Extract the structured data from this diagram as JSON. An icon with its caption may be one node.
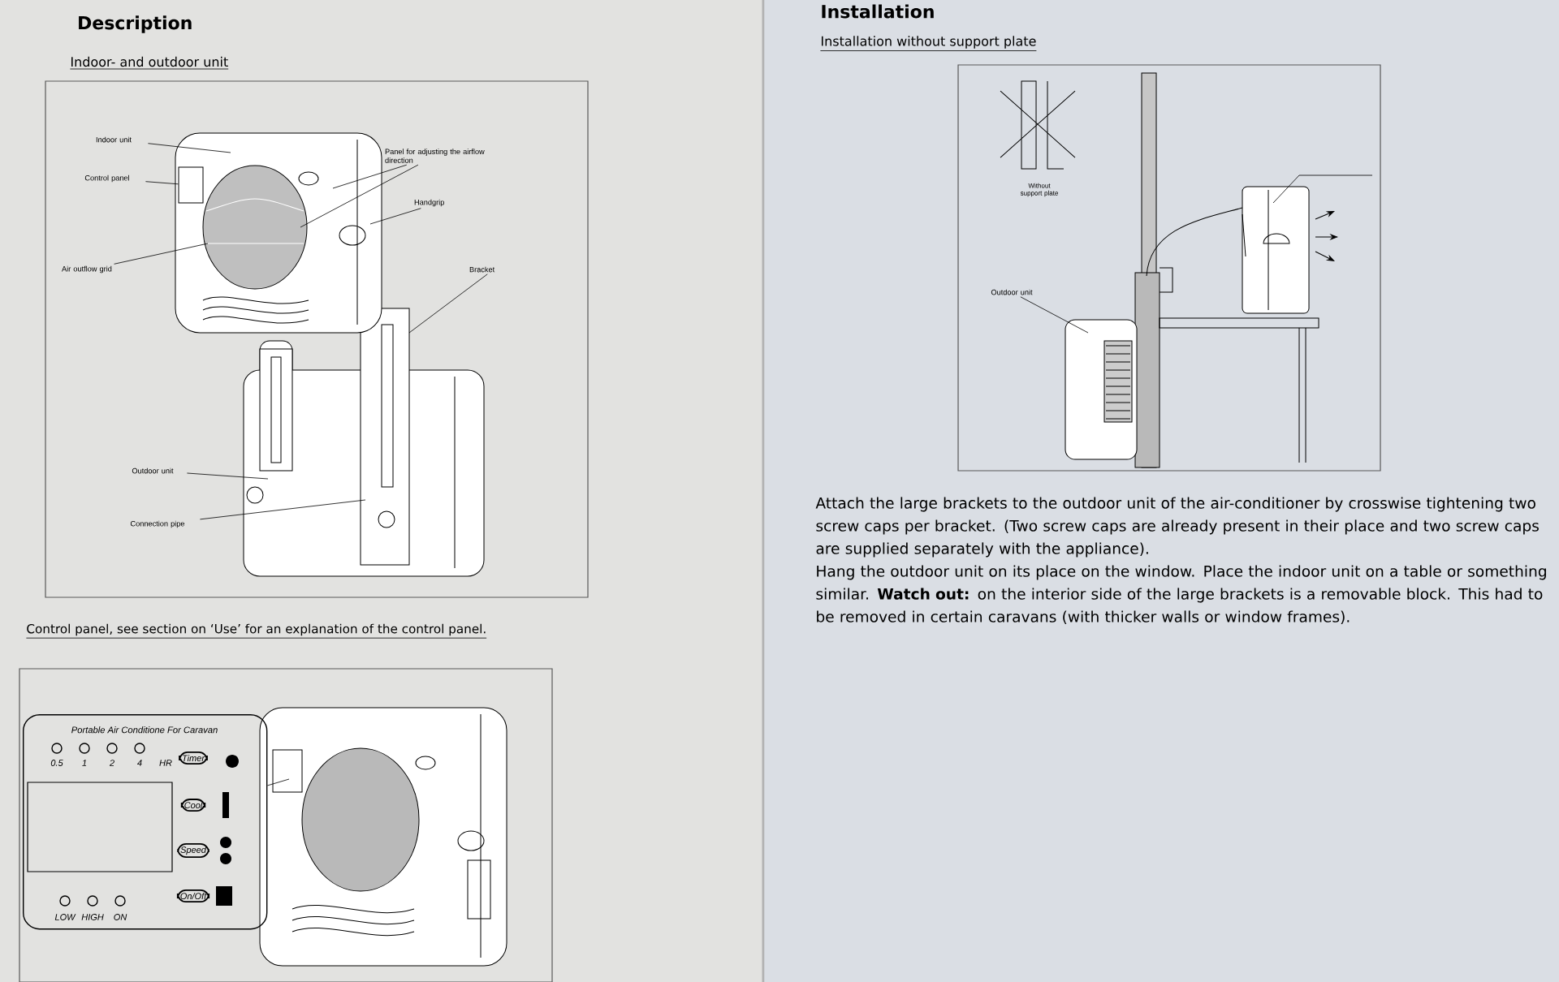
{
  "diagram": {
    "title": "Description",
    "nodes": [
      {
        "text": [
          "Indoor unit"
        ]
      },
      {
        "text": [
          "Control panel"
        ]
      },
      {
        "text": [
          "Air outflow grid"
        ]
      },
      {
        "text": [
          "Panel for adjusting the airflow direction"
        ]
      },
      {
        "text": [
          "Handgrip"
        ]
      },
      {
        "text": [
          "Bracket"
        ]
      },
      {
        "text": [
          "Outdoor unit"
        ]
      },
      {
        "text": [
          "Connection pipe"
        ]
      },
      {
        "text": [
          "Portable Air Conditione For Caravan"
        ]
      },
      {
        "text": [
          "Outdoor unit"
        ]
      },
      {
        "text": [],
        "shape": "box"
      }
    ],
    "edges": [
      {
        "from": 0,
        "to": null,
        "arrow": "none"
      },
      {
        "from": 1,
        "to": 10,
        "arrow": "none"
      },
      {
        "from": 2,
        "to": null,
        "arrow": "none"
      },
      {
        "from": 3,
        "to": null,
        "arrow": "none"
      },
      {
        "from": 3,
        "to": null,
        "arrow": "none"
      },
      {
        "from": 4,
        "to": null,
        "arrow": "none"
      },
      {
        "from": 5,
        "to": null,
        "arrow": "none"
      },
      {
        "from": 6,
        "to": null,
        "arrow": "none"
      },
      {
        "from": 7,
        "to": null,
        "arrow": "none"
      },
      {
        "from": 8,
        "to": null,
        "arrow": "none"
      },
      {
        "from": 9,
        "to": null,
        "arrow": "none"
      }
    ],
    "labels": [
      "Indoor- and outdoor unit",
      "Control panel, see section on ‘Use’ for an explanation of the control panel.",
      "0.5",
      "1",
      "2",
      "4",
      "HR",
      "Timer",
      "Cool",
      "Speed",
      "On/Off",
      "LOW",
      "HIGH",
      "ON",
      "Installation",
      "Installation without support plate",
      "Without support plate",
      "Attach the large brackets to the outdoor unit of the air-conditioner by crosswise tightening two screw caps per bracket. (Two screw caps are already present in their place and two screw caps are supplied separately with the appliance).",
      "Hang the outdoor unit on its place on the window. Place the indoor unit on a table or something similar. **Watch out:** on the interior side of the large brackets is a removable block. This had to be removed in certain caravans (with thicker walls or window frames)."
    ]
  }
}
